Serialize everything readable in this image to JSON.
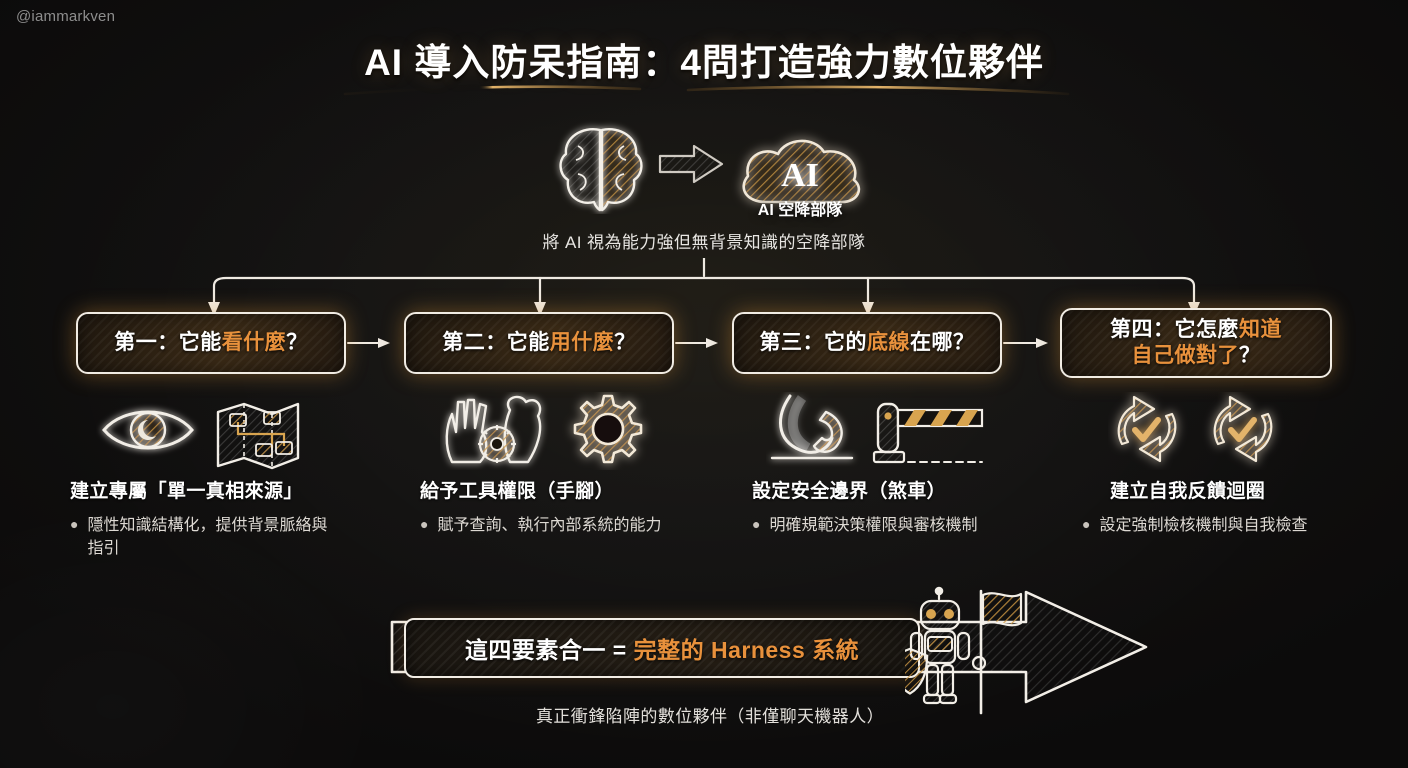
{
  "watermark": "@iammarkven",
  "title": "AI 導入防呆指南：4問打造強力數位夥伴",
  "top": {
    "brain_icon": "brain-icon",
    "arrow_icon": "arrow-right-icon",
    "cloud_icon": "cloud-icon",
    "cloud_text": "AI",
    "cloud_label": "AI 空降部隊",
    "caption": "將 AI 視為能力強但無背景知識的空降部隊"
  },
  "steps": [
    {
      "id": "step-1",
      "prefix": "第一：它能",
      "highlight": "看什麼",
      "suffix": "？",
      "line2_prefix": "",
      "line2_highlight": "",
      "line2_suffix": ""
    },
    {
      "id": "step-2",
      "prefix": "第二：它能",
      "highlight": "用什麼",
      "suffix": "？",
      "line2_prefix": "",
      "line2_highlight": "",
      "line2_suffix": ""
    },
    {
      "id": "step-3",
      "prefix": "第三：它的",
      "highlight": "底線",
      "suffix": "在哪？",
      "line2_prefix": "",
      "line2_highlight": "",
      "line2_suffix": ""
    },
    {
      "id": "step-4",
      "prefix": "第四：它怎麼",
      "highlight": "知道",
      "suffix": "",
      "line2_prefix": "",
      "line2_highlight": "自己做對了",
      "line2_suffix": "？"
    }
  ],
  "columns": [
    {
      "id": "column-1",
      "icons": [
        "eye-icon",
        "map-network-icon"
      ],
      "title": "建立專屬「單一真相來源」",
      "bullet": "隱性知識結構化，提供背景脈絡與指引"
    },
    {
      "id": "column-2",
      "icons": [
        "hand-foot-gear-icon",
        "gear-icon"
      ],
      "title": "給予工具權限（手腳）",
      "bullet": "賦予查詢、執行內部系統的能力"
    },
    {
      "id": "column-3",
      "icons": [
        "brake-pedal-icon",
        "barrier-gate-icon"
      ],
      "title": "設定安全邊界（煞車）",
      "bullet": "明確規範決策權限與審核機制"
    },
    {
      "id": "column-4",
      "icons": [
        "refresh-check-icon",
        "refresh-check-icon"
      ],
      "title": "建立自我反饋迴圈",
      "bullet": "設定強制檢核機制與自我檢查"
    }
  ],
  "bottom": {
    "banner_prefix": "這四要素合一 = ",
    "banner_highlight": "完整的 Harness 系統",
    "caption": "真正衝鋒陷陣的數位夥伴（非僅聊天機器人）",
    "robot_icon": "robot-with-flag-and-shield-icon",
    "arrow_icon": "big-arrow-right-icon"
  },
  "colors": {
    "background": "#0c0b0b",
    "accent": "#e8913c",
    "gold": "#c9923f",
    "text": "#ffffff",
    "muted": "#ddd9d3",
    "outline": "#f1ece3"
  }
}
